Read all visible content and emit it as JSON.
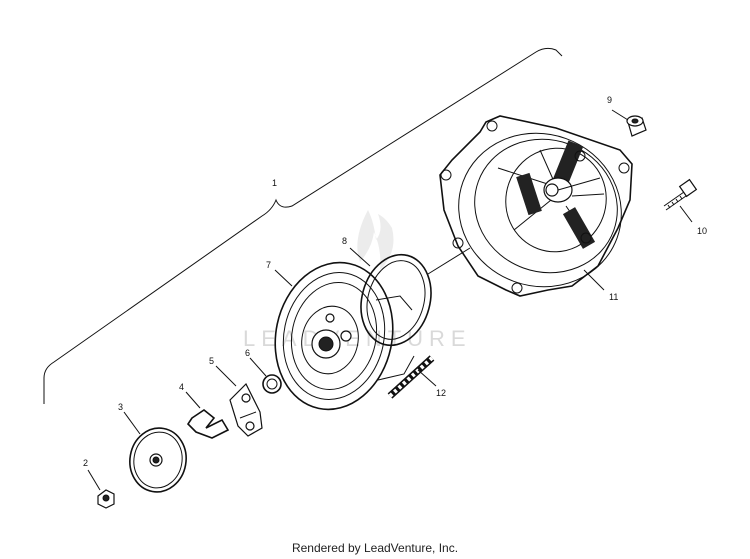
{
  "diagram": {
    "watermark": "LEADVENTURE",
    "labels": {
      "p1": "1",
      "p2": "2",
      "p3": "3",
      "p4": "4",
      "p5": "5",
      "p6": "6",
      "p7": "7",
      "p8": "8",
      "p9": "9",
      "p10": "10",
      "p11": "11",
      "p12": "12"
    }
  },
  "footer": {
    "text": "Rendered by LeadVenture, Inc."
  }
}
